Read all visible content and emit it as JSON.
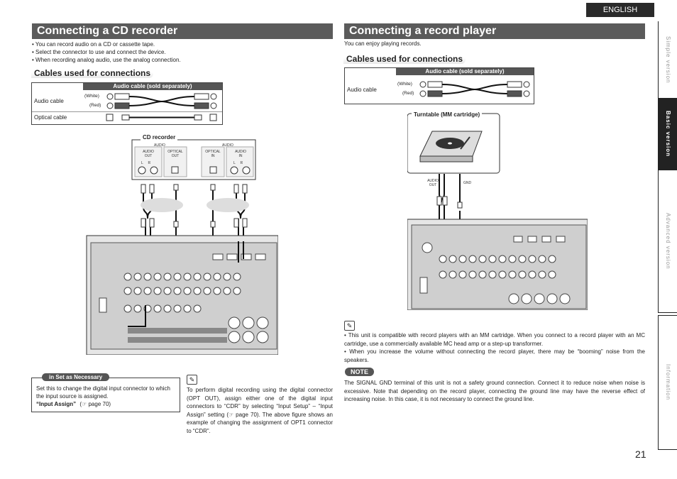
{
  "language": "ENGLISH",
  "page_number": "21",
  "sidebar": {
    "tabs": [
      {
        "label": "Simple version"
      },
      {
        "label": "Basic version"
      },
      {
        "label": "Advanced version"
      },
      {
        "label": "Information"
      }
    ]
  },
  "left": {
    "title": "Connecting a CD recorder",
    "bullets": [
      "You can record audio on a CD or cassette tape.",
      "Select the connector to use and connect the device.",
      "When recording analog audio, use the analog connection."
    ],
    "cables_heading": "Cables used for connections",
    "cable_table": {
      "header": "Audio cable (sold separately)",
      "rows": [
        {
          "name": "Audio cable",
          "white": "(White)",
          "red": "(Red)"
        },
        {
          "name": "Optical cable"
        }
      ]
    },
    "diagram": {
      "device_label": "CD recorder",
      "audio_out_group": "AUDIO",
      "audio_out": "AUDIO\nOUT",
      "optical_out": "OPTICAL\nOUT",
      "optical_in": "OPTICAL\nIN",
      "audio_in": "AUDIO\nIN",
      "audio_in_group": "AUDIO",
      "lr": "L     R"
    },
    "set_box": {
      "title": "in Set as Necessary",
      "text": "Set this to change the digital input connector to which the input source is assigned.",
      "ref_label": "“Input Assign”",
      "ref_page": "page 70)"
    },
    "digital_note": "To perform digital recording using the digital connector (OPT OUT), assign either one of the digital input connectors to “CDR” by selecting “Input Setup” – “Input Assign” setting (☞ page 70). The above figure shows an example of changing the assignment of OPT1 connector to “CDR”."
  },
  "right": {
    "title": "Connecting a record player",
    "intro": "You can enjoy playing records.",
    "cables_heading": "Cables used for connections",
    "cable_table": {
      "header": "Audio cable (sold separately)",
      "rows": [
        {
          "name": "Audio cable",
          "white": "(White)",
          "red": "(Red)"
        }
      ]
    },
    "diagram": {
      "device_label": "Turntable (MM cartridge)",
      "audio_out": "AUDIO\nOUT",
      "gnd": "GND"
    },
    "bullets": [
      "This unit is compatible with record players with an MM cartridge. When you connect to a record player with an MC cartridge, use a commercially available MC head amp or a step-up transformer.",
      "When you increase the volume without connecting the record player, there may be “booming” noise from the speakers."
    ],
    "note_label": "NOTE",
    "note_text": "The SIGNAL GND terminal of this unit is not a safety ground connection. Connect it to reduce noise when noise is excessive. Note that depending on the record player, connecting the ground line may have the reverse effect of increasing noise. In this case, it is not necessary to connect the ground line."
  }
}
